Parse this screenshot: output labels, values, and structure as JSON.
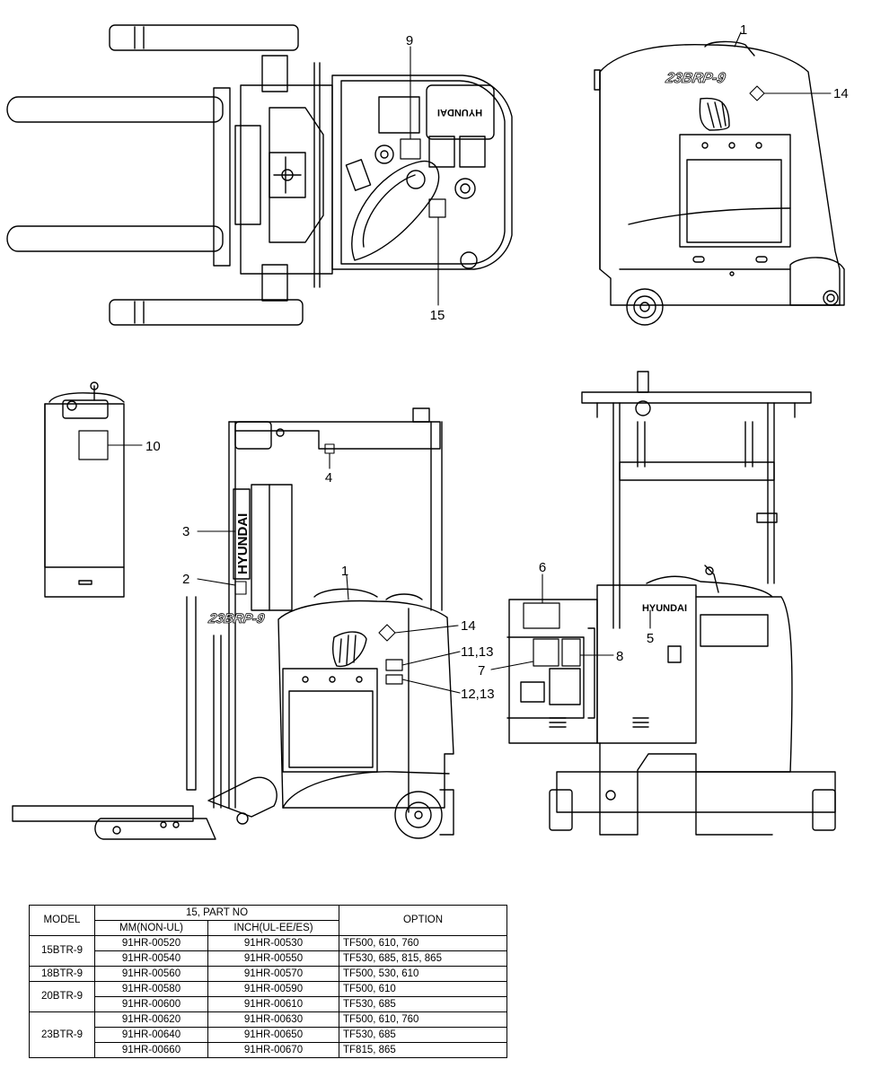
{
  "callouts": {
    "c1_top": "1",
    "c9": "9",
    "c14_top": "14",
    "c15": "15",
    "c10": "10",
    "c4": "4",
    "c3": "3",
    "c2": "2",
    "c1_side": "1",
    "c14_side": "14",
    "c11_13": "11,13",
    "c12_13": "12,13",
    "c6": "6",
    "c5": "5",
    "c7": "7",
    "c8": "8"
  },
  "labels": {
    "brand": "HYUNDAI",
    "model_mark": "23BRP-9"
  },
  "table": {
    "model_header": "MODEL",
    "part_no_header": "15, PART NO",
    "mm_header": "MM(NON-UL)",
    "inch_header": "INCH(UL-EE/ES)",
    "option_header": "OPTION",
    "groups": [
      {
        "model": "15BTR-9",
        "rows": [
          {
            "mm": "91HR-00520",
            "inch": "91HR-00530",
            "option": "TF500, 610, 760"
          },
          {
            "mm": "91HR-00540",
            "inch": "91HR-00550",
            "option": "TF530, 685, 815, 865"
          }
        ]
      },
      {
        "model": "18BTR-9",
        "rows": [
          {
            "mm": "91HR-00560",
            "inch": "91HR-00570",
            "option": "TF500, 530, 610"
          }
        ]
      },
      {
        "model": "20BTR-9",
        "rows": [
          {
            "mm": "91HR-00580",
            "inch": "91HR-00590",
            "option": "TF500, 610"
          },
          {
            "mm": "91HR-00600",
            "inch": "91HR-00610",
            "option": "TF530, 685"
          }
        ]
      },
      {
        "model": "23BTR-9",
        "rows": [
          {
            "mm": "91HR-00620",
            "inch": "91HR-00630",
            "option": "TF500, 610, 760"
          },
          {
            "mm": "91HR-00640",
            "inch": "91HR-00650",
            "option": "TF530, 685"
          },
          {
            "mm": "91HR-00660",
            "inch": "91HR-00670",
            "option": "TF815, 865"
          }
        ]
      }
    ]
  }
}
